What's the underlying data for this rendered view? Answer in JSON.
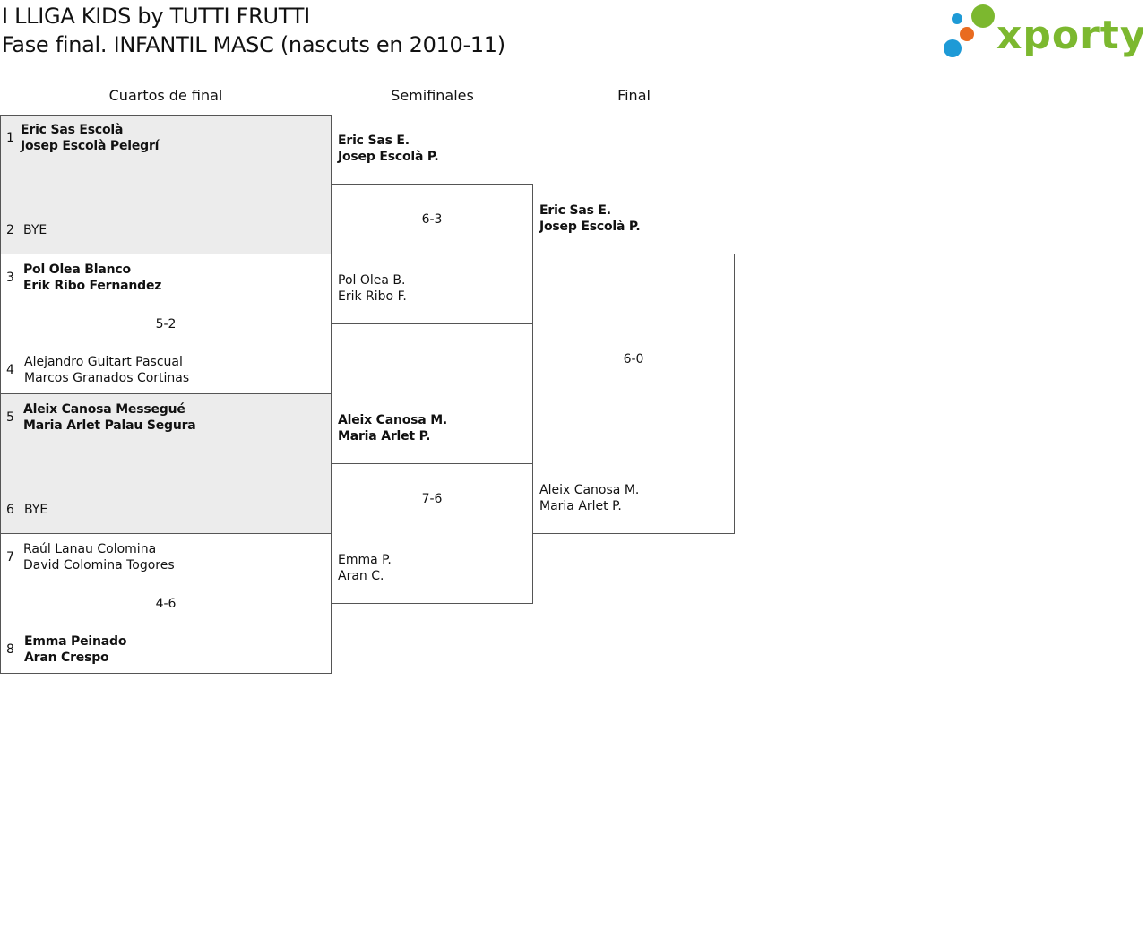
{
  "header": {
    "title_line1": "I LLIGA KIDS by TUTTI FRUTTI",
    "title_line2": "Fase final. INFANTIL MASC (nascuts en 2010-11)"
  },
  "logo": {
    "text": "xporty",
    "colors": {
      "green": "#7cb82f",
      "blue": "#1e9ad6",
      "orange": "#e96b1f"
    }
  },
  "rounds": [
    "Cuartos de final",
    "Semifinales",
    "Final"
  ],
  "quarterfinals": [
    {
      "seed_a": "1",
      "a1": "Eric Sas Escolà",
      "a2": "Josep Escolà Pelegrí",
      "seed_b": "2",
      "b1": "BYE",
      "b2": "",
      "score": ""
    },
    {
      "seed_a": "3",
      "a1": "Pol Olea Blanco",
      "a2": "Erik Ribo Fernandez",
      "seed_b": "4",
      "b1": "Alejandro Guitart Pascual",
      "b2": "Marcos Granados Cortinas",
      "score": "5-2"
    },
    {
      "seed_a": "5",
      "a1": "Aleix Canosa Messegué",
      "a2": "Maria Arlet Palau Segura",
      "seed_b": "6",
      "b1": "BYE",
      "b2": "",
      "score": ""
    },
    {
      "seed_a": "7",
      "a1": "Raúl Lanau Colomina",
      "a2": "David Colomina Togores",
      "seed_b": "8",
      "b1": "Emma Peinado",
      "b2": "Aran Crespo",
      "score": "4-6"
    }
  ],
  "semifinals": [
    {
      "a1": "Eric Sas E.",
      "a2": "Josep Escolà P.",
      "b1": "Pol Olea B.",
      "b2": "Erik Ribo F.",
      "score": "6-3"
    },
    {
      "a1": "Aleix Canosa M.",
      "a2": "Maria Arlet P.",
      "b1": "Emma P.",
      "b2": "Aran C.",
      "score": "7-6"
    }
  ],
  "final": {
    "a1": "Eric Sas E.",
    "a2": "Josep Escolà P.",
    "b1": "Aleix Canosa M.",
    "b2": "Maria Arlet P.",
    "score": "6-0"
  }
}
